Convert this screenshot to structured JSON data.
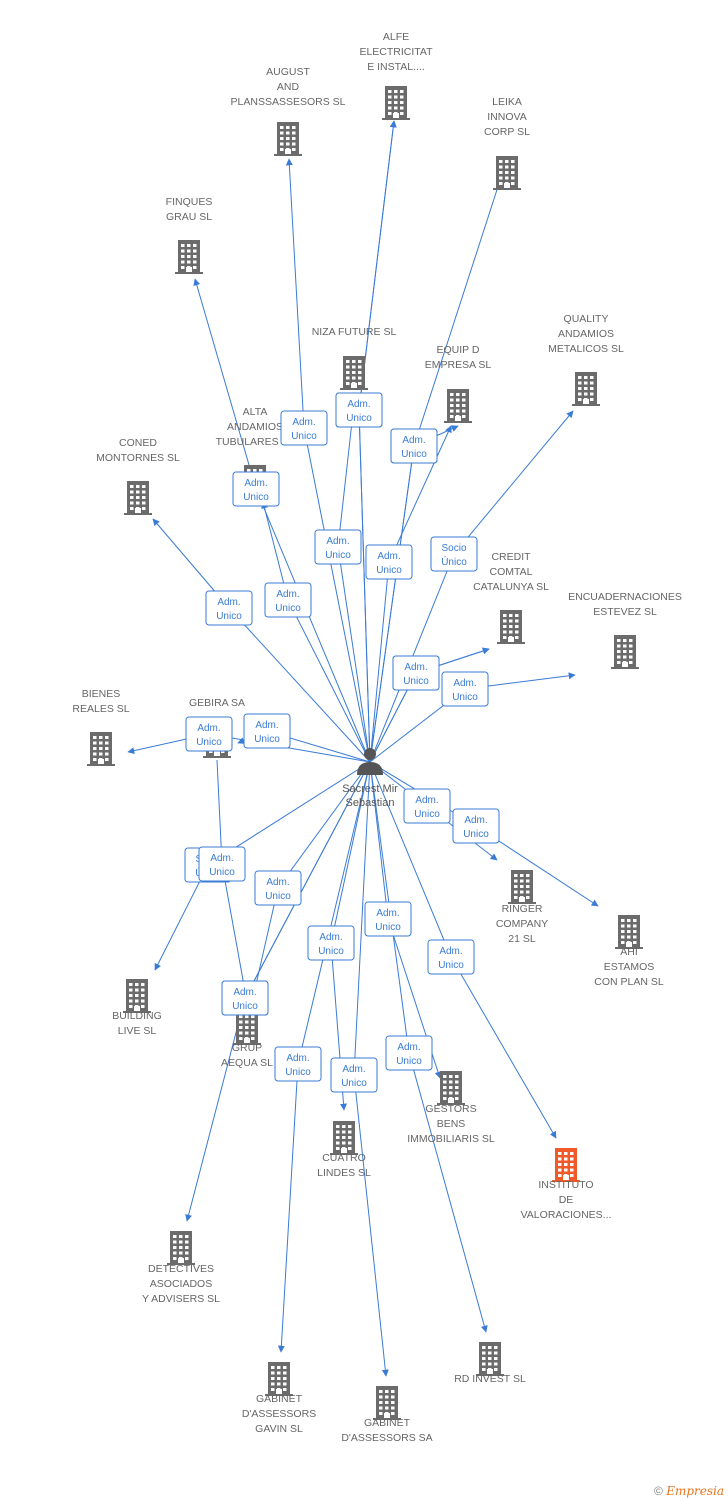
{
  "center": {
    "label": [
      "Sacrest Mir",
      "Sebastian"
    ]
  },
  "colors": {
    "edge": "#3a7bd5",
    "building": "#6b6b6b",
    "highlight": "#f05a28",
    "accent": "#e8731e"
  },
  "nodes": [
    {
      "id": "alfe",
      "label": [
        "ALFE",
        "ELECTRICITAT",
        "E INSTAL...."
      ]
    },
    {
      "id": "august",
      "label": [
        "AUGUST",
        "AND",
        "PLANSSASSESORS SL"
      ]
    },
    {
      "id": "leika",
      "label": [
        "LEIKA",
        "INNOVA",
        "CORP  SL"
      ]
    },
    {
      "id": "finques",
      "label": [
        "FINQUES",
        "GRAU SL"
      ]
    },
    {
      "id": "niza",
      "label": [
        "NIZA FUTURE SL"
      ]
    },
    {
      "id": "quality",
      "label": [
        "QUALITY",
        "ANDAMIOS",
        "METALICOS SL"
      ]
    },
    {
      "id": "equip",
      "label": [
        "EQUIP D",
        "EMPRESA SL"
      ]
    },
    {
      "id": "alta",
      "label": [
        "ALTA",
        "ANDAMIOS",
        "TUBULARES SL"
      ]
    },
    {
      "id": "coned",
      "label": [
        "CONED",
        "MONTORNES SL"
      ]
    },
    {
      "id": "credit",
      "label": [
        "CREDIT",
        "COMTAL",
        "CATALUNYA SL"
      ]
    },
    {
      "id": "encuad",
      "label": [
        "ENCUADERNACIONES",
        "ESTEVEZ SL"
      ]
    },
    {
      "id": "bienes",
      "label": [
        "BIENES",
        "REALES SL"
      ]
    },
    {
      "id": "gebira",
      "label": [
        "GEBIRA SA"
      ]
    },
    {
      "id": "ringer",
      "label": [
        "RINGER",
        "COMPANY",
        "21 SL"
      ]
    },
    {
      "id": "ahi",
      "label": [
        "AHI",
        "ESTAMOS",
        "CON PLAN SL"
      ]
    },
    {
      "id": "building",
      "label": [
        "BUILDING",
        "LIVE  SL"
      ]
    },
    {
      "id": "grup",
      "label": [
        "GRUP",
        "AEQUA SL"
      ]
    },
    {
      "id": "gestors",
      "label": [
        "GESTORS",
        "BENS",
        "IMMOBILIARIS SL"
      ]
    },
    {
      "id": "cuatro",
      "label": [
        "CUATRO",
        "LINDES SL"
      ]
    },
    {
      "id": "instituto",
      "label": [
        "INSTITUTO",
        "DE",
        "VALORACIONES..."
      ],
      "highlight": true
    },
    {
      "id": "detectives",
      "label": [
        "DETECTIVES",
        "ASOCIADOS",
        "Y ADVISERS SL"
      ]
    },
    {
      "id": "rdinvest",
      "label": [
        "RD INVEST SL"
      ]
    },
    {
      "id": "gavin",
      "label": [
        "GABINET",
        "D'ASSESSORS",
        "GAVIN SL"
      ]
    },
    {
      "id": "gabinetsa",
      "label": [
        "GABINET",
        "D'ASSESSORS SA"
      ]
    }
  ],
  "edges": [
    {
      "to": "alfe",
      "label": [
        "Adm.",
        "Unico"
      ]
    },
    {
      "to": "august",
      "label": [
        "Adm.",
        "Unico"
      ]
    },
    {
      "to": "leika",
      "label": [
        "Adm.",
        "Unico"
      ]
    },
    {
      "to": "finques",
      "label": [
        "Adm.",
        "Unico"
      ]
    },
    {
      "to": "niza",
      "label": [
        "Adm.",
        "Unico"
      ]
    },
    {
      "to": "quality",
      "label": [
        "Socio",
        "Único"
      ]
    },
    {
      "to": "equip",
      "label": [
        "Adm.",
        "Unico"
      ]
    },
    {
      "to": "alta",
      "label": [
        "Adm.",
        "Unico"
      ]
    },
    {
      "to": "coned",
      "label": [
        "Adm.",
        "Unico"
      ]
    },
    {
      "to": "credit",
      "label": [
        "Adm.",
        "Unico"
      ]
    },
    {
      "to": "encuad",
      "label": [
        "Adm.",
        "Unico"
      ]
    },
    {
      "to": "bienes",
      "label": [
        "Adm.",
        "Unico"
      ]
    },
    {
      "to": "gebira",
      "label": [
        "Adm.",
        "Unico"
      ]
    },
    {
      "to": "ringer",
      "label": [
        "Adm.",
        "Unico"
      ]
    },
    {
      "to": "ahi",
      "label": [
        "Adm.",
        "Unico"
      ]
    },
    {
      "to": "building",
      "label": [
        "Socio",
        "Único"
      ]
    },
    {
      "to": "grup",
      "label": [
        "Adm.",
        "Unico"
      ]
    },
    {
      "to": "grup",
      "label": [
        "Adm.",
        "Unico"
      ]
    },
    {
      "to": "gestors",
      "label": [
        "Adm.",
        "Unico"
      ]
    },
    {
      "to": "cuatro",
      "label": [
        "Adm.",
        "Unico"
      ]
    },
    {
      "to": "instituto",
      "label": [
        "Adm.",
        "Unico"
      ]
    },
    {
      "to": "detectives",
      "label": [
        "Adm.",
        "Unico"
      ]
    },
    {
      "to": "rdinvest",
      "label": [
        "Adm.",
        "Unico"
      ]
    },
    {
      "to": "gavin",
      "label": [
        "Adm.",
        "Unico"
      ]
    },
    {
      "to": "gabinetsa",
      "label": [
        "Adm.",
        "Unico"
      ]
    },
    {
      "from": "gebira",
      "to": "grup",
      "label": [
        "Adm.",
        "Unico"
      ]
    },
    {
      "to": "equip",
      "label": [
        "Adm.",
        "Unico"
      ]
    },
    {
      "to": "alfe",
      "label": [
        "Adm.",
        "Unico"
      ]
    },
    {
      "to": "credit",
      "label": [
        "Adm.",
        "Unico"
      ]
    }
  ],
  "footer": {
    "copyright": "©",
    "brand": "Empresia"
  }
}
